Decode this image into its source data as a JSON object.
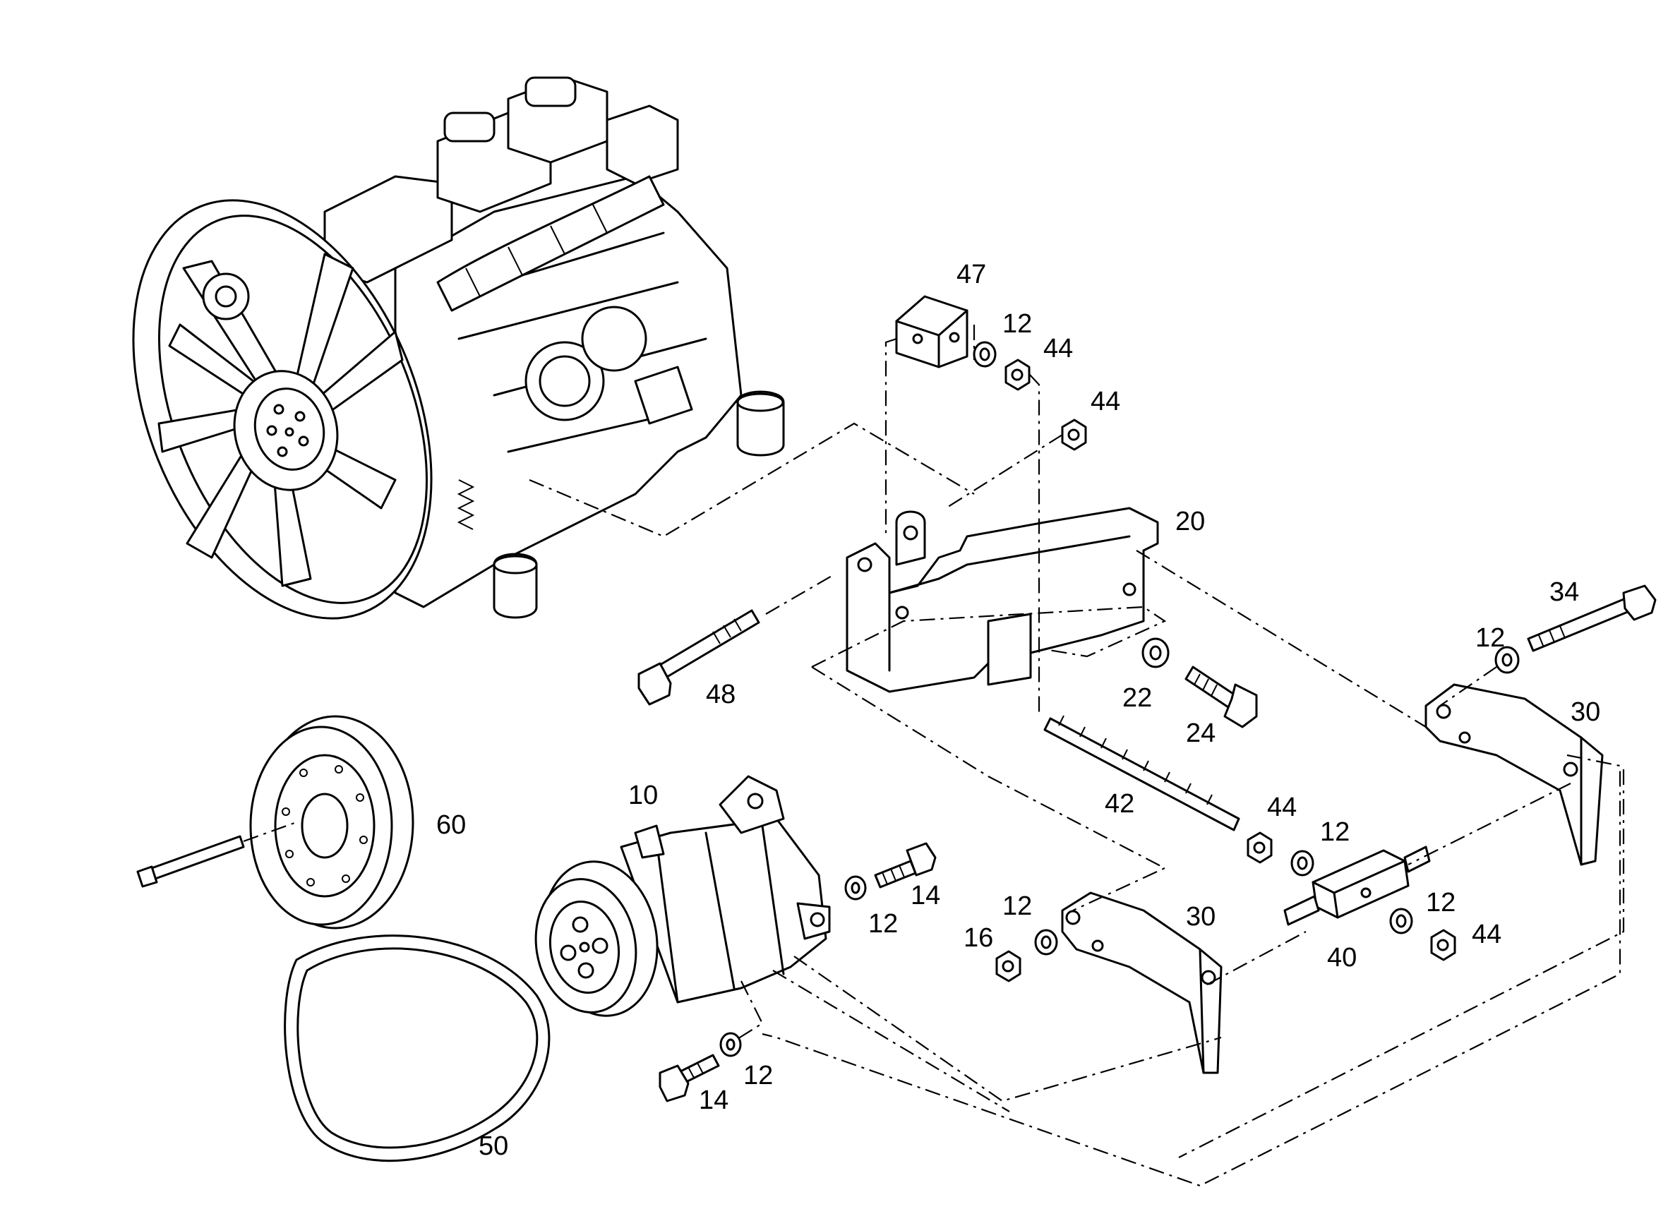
{
  "diagram": {
    "labels": [
      {
        "id": "47",
        "text": "47"
      },
      {
        "id": "12a",
        "text": "12"
      },
      {
        "id": "44a",
        "text": "44"
      },
      {
        "id": "44b",
        "text": "44"
      },
      {
        "id": "20",
        "text": "20"
      },
      {
        "id": "34",
        "text": "34"
      },
      {
        "id": "12b",
        "text": "12"
      },
      {
        "id": "30a",
        "text": "30"
      },
      {
        "id": "48",
        "text": "48"
      },
      {
        "id": "22",
        "text": "22"
      },
      {
        "id": "24",
        "text": "24"
      },
      {
        "id": "42",
        "text": "42"
      },
      {
        "id": "44c",
        "text": "44"
      },
      {
        "id": "12c",
        "text": "12"
      },
      {
        "id": "10",
        "text": "10"
      },
      {
        "id": "60",
        "text": "60"
      },
      {
        "id": "14a",
        "text": "14"
      },
      {
        "id": "12d",
        "text": "12"
      },
      {
        "id": "12e",
        "text": "12"
      },
      {
        "id": "30b",
        "text": "30"
      },
      {
        "id": "16",
        "text": "16"
      },
      {
        "id": "12f",
        "text": "12"
      },
      {
        "id": "44d",
        "text": "44"
      },
      {
        "id": "40",
        "text": "40"
      },
      {
        "id": "14b",
        "text": "14"
      },
      {
        "id": "12g",
        "text": "12"
      },
      {
        "id": "50",
        "text": "50"
      }
    ]
  }
}
